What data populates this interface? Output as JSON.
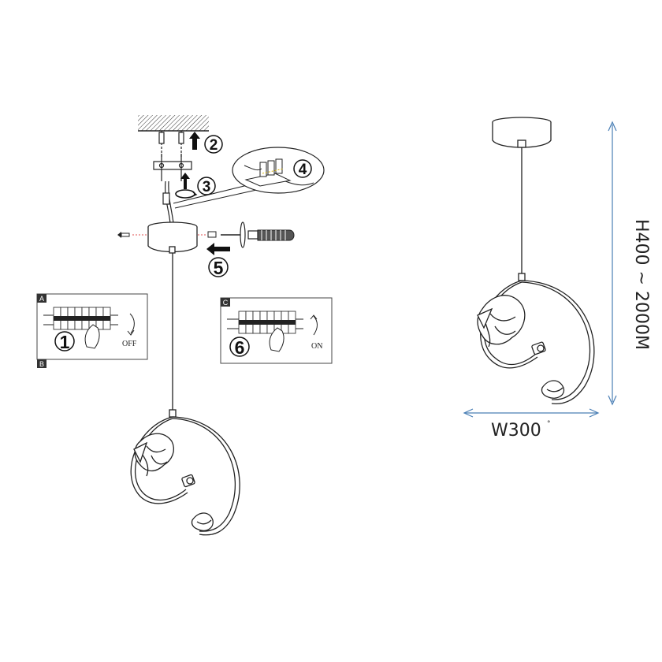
{
  "steps": {
    "s1": "1",
    "s2": "2",
    "s3": "3",
    "s4": "4",
    "s5": "5",
    "s6": "6"
  },
  "panels": {
    "a_tag": "A",
    "b_tag": "B",
    "c_tag": "C",
    "off_label": "OFF",
    "on_label": "ON"
  },
  "dimensions": {
    "width_label": "W300",
    "width_mark": "°",
    "height_label": "H400 ~ 2000M",
    "height_suffix": "M"
  },
  "colors": {
    "line": "#222222",
    "dimension_arrow": "#4a7fb5",
    "laser": "#e05050"
  }
}
